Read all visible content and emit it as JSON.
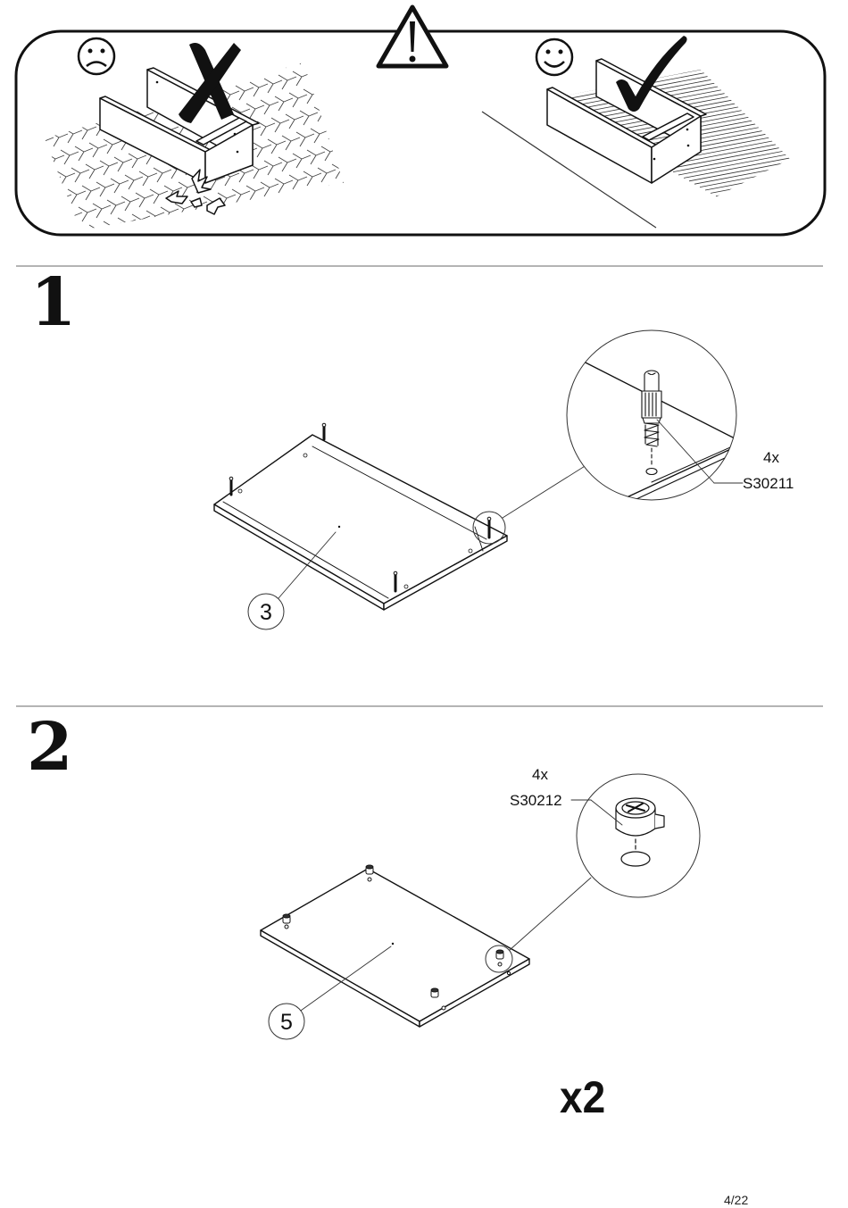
{
  "steps": [
    {
      "number": "1",
      "part_label": "3",
      "hardware": {
        "qty": "4x",
        "code": "S30211"
      }
    },
    {
      "number": "2",
      "part_label": "5",
      "hardware": {
        "qty": "4x",
        "code": "S30212"
      },
      "multiplier": "x2"
    }
  ],
  "page": {
    "number": "4/22"
  },
  "icons": {
    "warning": "warning-triangle-icon",
    "wrong": "sad-face-icon",
    "right": "smiley-face-icon",
    "cross": "cross-mark-icon",
    "check": "check-mark-icon"
  }
}
